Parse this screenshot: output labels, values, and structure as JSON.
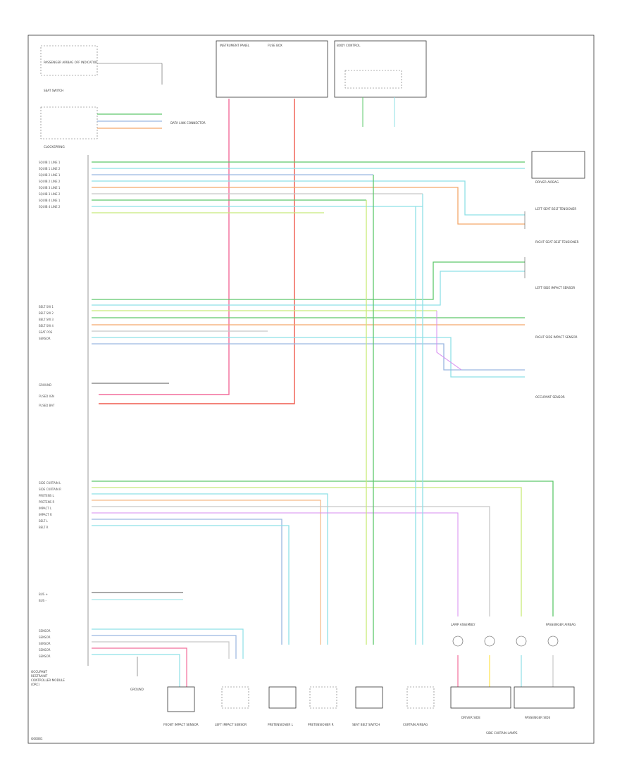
{
  "diagram": {
    "footer_code": "G60081",
    "module_name": [
      "OCCUPANT",
      "RESTRAINT",
      "CONTROLLER MODULE",
      "(ORC)"
    ],
    "top_left_box_title": "PASSENGER AIRBAG OFF INDICATOR",
    "seat_switch_label": "SEAT SWITCH",
    "clockspring_label": "CLOCKSPRING",
    "dlc_label": "DATA LINK CONNECTOR",
    "ipc_label": "INSTRUMENT PANEL",
    "fuse_box_label": "FUSE BOX",
    "body_control_label": "BODY CONTROL",
    "left_pins": [
      "SQUIB 1 LINE 1",
      "SQUIB 1 LINE 2",
      "SQUIB 2 LINE 1",
      "SQUIB 2 LINE 2",
      "SQUIB 3 LINE 1",
      "SQUIB 3 LINE 2",
      "SQUIB 4 LINE 1",
      "SQUIB 4 LINE 2"
    ],
    "mid_pins": [
      "BELT SW 1",
      "BELT SW 2",
      "BELT SW 3",
      "BELT SW 4",
      "SEAT POS",
      "SENSOR"
    ],
    "ground_pins": [
      "GROUND",
      "FUSED IGN",
      "FUSED BAT"
    ],
    "lower_pins": [
      "SIDE CURTAIN L",
      "SIDE CURTAIN R",
      "PRETENS L",
      "PRETENS R",
      "IMPACT L",
      "IMPACT R",
      "BELT L",
      "BELT R"
    ],
    "bus_pins": [
      "BUS +",
      "BUS -"
    ],
    "bottom_pins": [
      "SENSOR",
      "SENSOR",
      "SENSOR",
      "SENSOR",
      "SENSOR"
    ],
    "right_components": [
      "DRIVER AIRBAG",
      "LEFT SEAT BELT TENSIONER",
      "RIGHT SEAT BELT TENSIONER",
      "LEFT SIDE IMPACT SENSOR",
      "RIGHT SIDE IMPACT SENSOR",
      "OCCUPANT SENSOR"
    ],
    "bottom_components": [
      "FRONT IMPACT SENSOR",
      "LEFT IMPACT SENSOR",
      "PRETENSIONER L",
      "PRETENSIONER R",
      "SEAT BELT SWITCH",
      "CURTAIN AIRBAG"
    ],
    "bottom_group_label": "SIDE CURTAIN LAMPS",
    "passenger_airbag_label": "PASSENGER AIRBAG",
    "switch_labels": [
      "DRIVER SIDE",
      "PASSENGER SIDE"
    ],
    "lamp_label": "LAMP ASSEMBLY",
    "ground_label": "GROUND"
  }
}
